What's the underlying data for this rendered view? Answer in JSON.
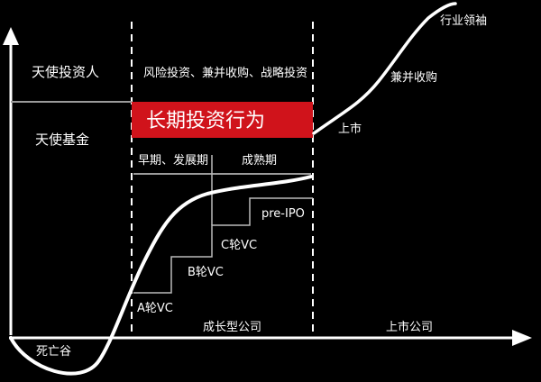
{
  "colors": {
    "background": "#000000",
    "foreground": "#ffffff",
    "banner": "#d0131b",
    "divider": "#9a9a9a"
  },
  "left": {
    "angel_investor": "天使投资人",
    "angel_fund": "天使基金"
  },
  "middle": {
    "investors": "风险投资、兼并收购、战略投资",
    "banner": "长期投资行为",
    "phase_early": "早期、发展期",
    "phase_mature": "成熟期"
  },
  "stages": {
    "a_round": "A轮VC",
    "b_round": "B轮VC",
    "c_round": "C轮VC",
    "pre_ipo": "pre-IPO"
  },
  "right": {
    "ipo": "上市",
    "mna": "兼并收购",
    "leader": "行业领袖"
  },
  "bottom": {
    "valley": "死亡谷",
    "growth_company": "成长型公司",
    "listed_company": "上市公司"
  }
}
